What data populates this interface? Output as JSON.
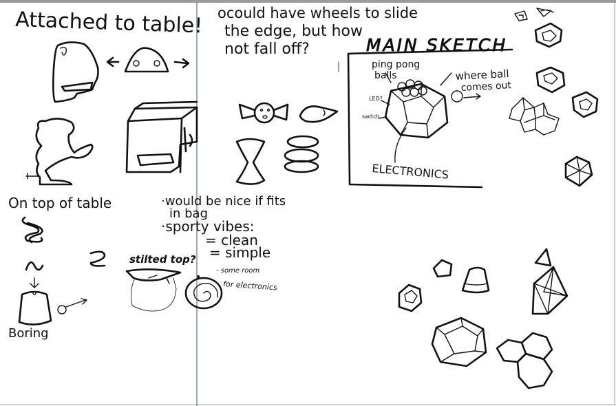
{
  "canvas": {
    "background": "#ffffff",
    "guide_color": "#4a78b8",
    "ink_color": "#111111"
  },
  "notes": {
    "attached": "Attached to table!",
    "wheels_1": "ocould have wheels to slide",
    "wheels_2": "the edge, but how",
    "wheels_3": "not fall off?",
    "main_sketch": "MAIN SKETCH",
    "ping_pong_1": "ping pong",
    "ping_pong_2": "balls",
    "where_ball_1": "where ball",
    "where_ball_2": "comes out",
    "led": "LED?",
    "switch": "switch",
    "electronics": "ELECTRONICS",
    "on_top": "On top of table",
    "bag_1": "·would be nice if fits",
    "bag_2": "in bag",
    "sporty": "·sporty vibes:",
    "clean": "= clean",
    "simple": "= simple",
    "stilted": "stilted top?",
    "room_1": "- some room",
    "room_2": "for electronics",
    "boring": "Boring"
  }
}
